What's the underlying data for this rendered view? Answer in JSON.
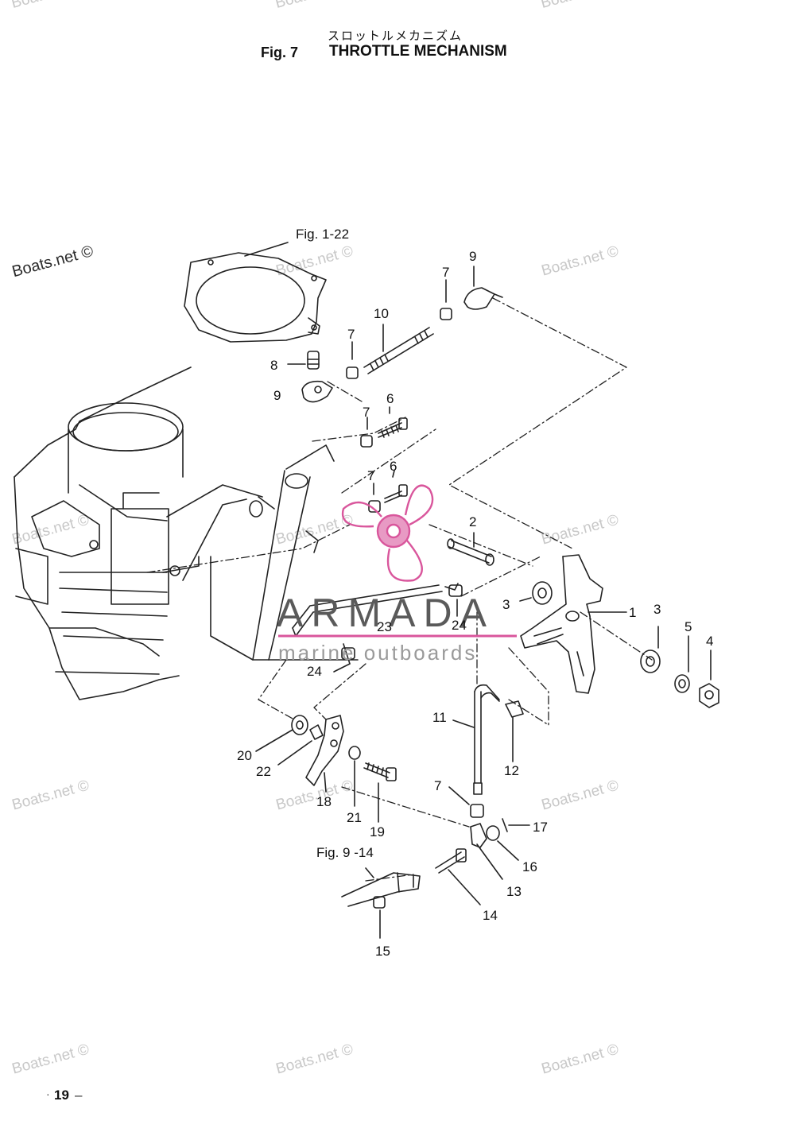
{
  "header": {
    "title_jp": "スロットルメカニズム",
    "fig_num": "Fig. 7",
    "title_en": "THROTTLE MECHANISM"
  },
  "refs": {
    "fig_1_22": "Fig. 1-22",
    "fig_9_14": "Fig. 9 -14"
  },
  "parts": {
    "p1": "1",
    "p2": "2",
    "p3a": "3",
    "p3b": "3",
    "p4": "4",
    "p5": "5",
    "p6a": "6",
    "p6b": "6",
    "p7a": "7",
    "p7b": "7",
    "p7c": "7",
    "p7d": "7",
    "p7e": "7",
    "p8": "8",
    "p9a": "9",
    "p9b": "9",
    "p10": "10",
    "p11": "11",
    "p12": "12",
    "p13": "13",
    "p14": "14",
    "p15": "15",
    "p16": "16",
    "p17": "17",
    "p18": "18",
    "p19": "19",
    "p20": "20",
    "p21": "21",
    "p22": "22",
    "p23": "23",
    "p24a": "24",
    "p24b": "24"
  },
  "watermarks": {
    "boats_dark": "Boats.net ©",
    "boats": "Boats.net ©",
    "boats_top": "Boats"
  },
  "logo": {
    "brand": "ARMADA",
    "tagline": "marine outboards",
    "accent_color": "#d9569c"
  },
  "footer": {
    "page_number": "19",
    "dash": "–"
  }
}
